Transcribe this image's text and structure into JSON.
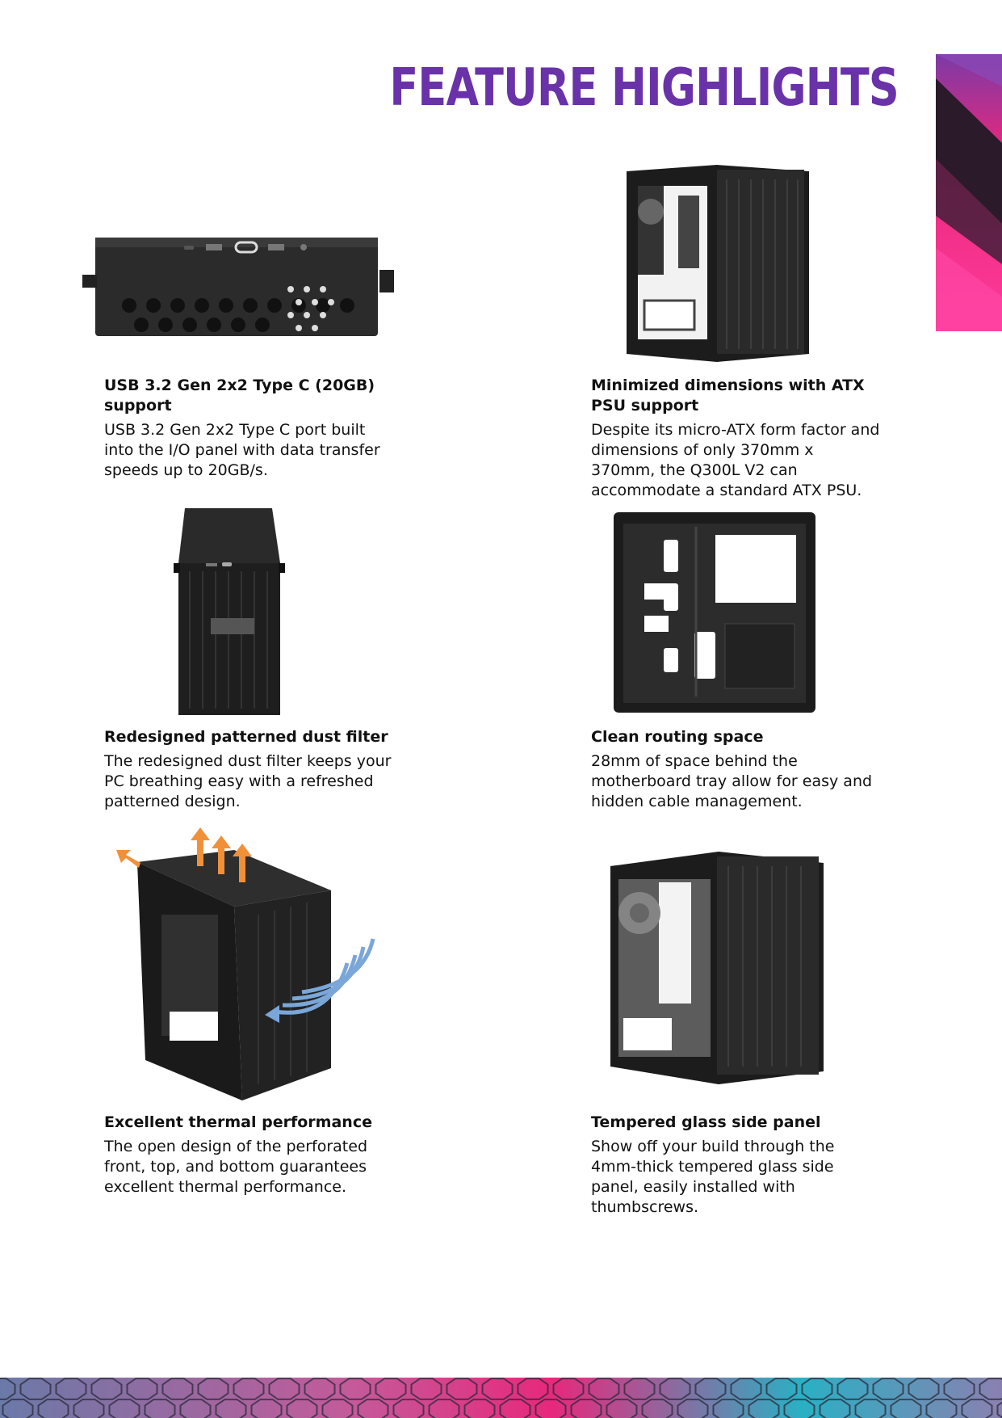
{
  "page": {
    "title": "FEATURE HIGHLIGHTS",
    "accent_color": "#6a32a8",
    "decor_colors": [
      "#e8287c",
      "#7b3aa6",
      "#2a1a2a",
      "#2ab0c4"
    ]
  },
  "features": [
    {
      "heading": "USB 3.2 Gen 2x2 Type C (20GB) support",
      "body": "USB 3.2 Gen 2x2 Type C port built into the I/O panel with data transfer speeds up to 20GB/s.",
      "image": "io-panel-top-image"
    },
    {
      "heading": "Minimized dimensions with ATX PSU support",
      "body": "Despite its micro-ATX form factor and dimensions of only 370mm x 370mm, the Q300L V2 can accommodate a standard ATX PSU.",
      "image": "case-open-side-image"
    },
    {
      "heading": "Redesigned patterned dust filter",
      "body": "The redesigned dust filter keeps your PC breathing easy with a refreshed patterned design.",
      "image": "case-front-filter-image"
    },
    {
      "heading": "Clean routing space",
      "body": "28mm of space behind the motherboard tray allow for easy and hidden cable management.",
      "image": "case-back-tray-image"
    },
    {
      "heading": "Excellent thermal performance",
      "body": "The open design of the perforated front, top, and bottom guarantees excellent thermal performance.",
      "image": "case-airflow-image"
    },
    {
      "heading": "Tempered glass side panel",
      "body": "Show off your build through the 4mm-thick tempered glass side panel, easily installed with thumbscrews.",
      "image": "case-glass-panel-image"
    }
  ]
}
